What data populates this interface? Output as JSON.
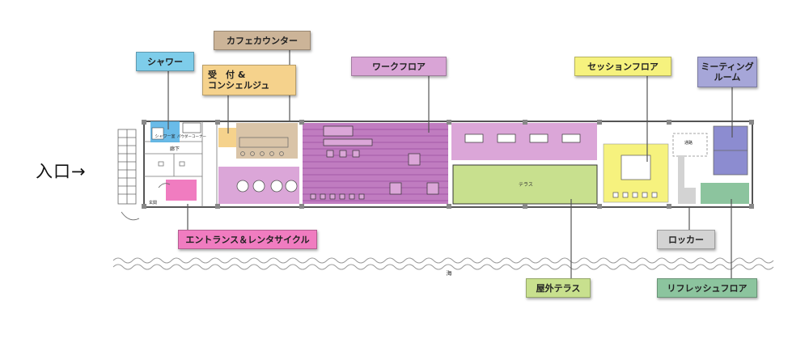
{
  "entrance": {
    "label": "入口→"
  },
  "callouts": {
    "shower": {
      "label": "シャワー",
      "color": "#7ecdea"
    },
    "cafe_counter": {
      "label": "カフェカウンター",
      "color": "#ccb498"
    },
    "reception_line1": "受　付 &",
    "reception_line2": "コンシェルジュ",
    "reception_color": "#f5d28c",
    "work_floor": {
      "label": "ワークフロア",
      "color": "#d9a4d6"
    },
    "session_floor": {
      "label": "セッションフロア",
      "color": "#f6f27e"
    },
    "meeting_line1": "ミーティング",
    "meeting_line2": "ルーム",
    "meeting_color": "#a6a6d8",
    "entrance_rental": {
      "label": "エントランス＆レンタサイクル",
      "color": "#f07cc0"
    },
    "locker": {
      "label": "ロッカー",
      "color": "#d3d3d3"
    },
    "outdoor_terrace": {
      "label": "屋外テラス",
      "color": "#c8e08e"
    },
    "refresh_floor": {
      "label": "リフレッシュフロア",
      "color": "#8cc49e"
    }
  },
  "plan_text": {
    "terrace": "テラス",
    "sea": "海",
    "hallway": "廊下",
    "entry_hall": "玄関",
    "passage": "通路",
    "shower_room": "シャワー室",
    "dryer": "パウダーコーナー"
  },
  "zone_colors": {
    "work": "#c07cc0",
    "work_light": "#dba6d8",
    "session": "#f6f27e",
    "terrace": "#c8e08e",
    "meeting": "#8c8cd0",
    "refresh": "#8cc49e",
    "entrance": "#f07cc0",
    "cafe": "#d9c4a8",
    "reception": "#f5d28c",
    "shower": "#5ab4e6",
    "locker": "#d3d3d3"
  }
}
